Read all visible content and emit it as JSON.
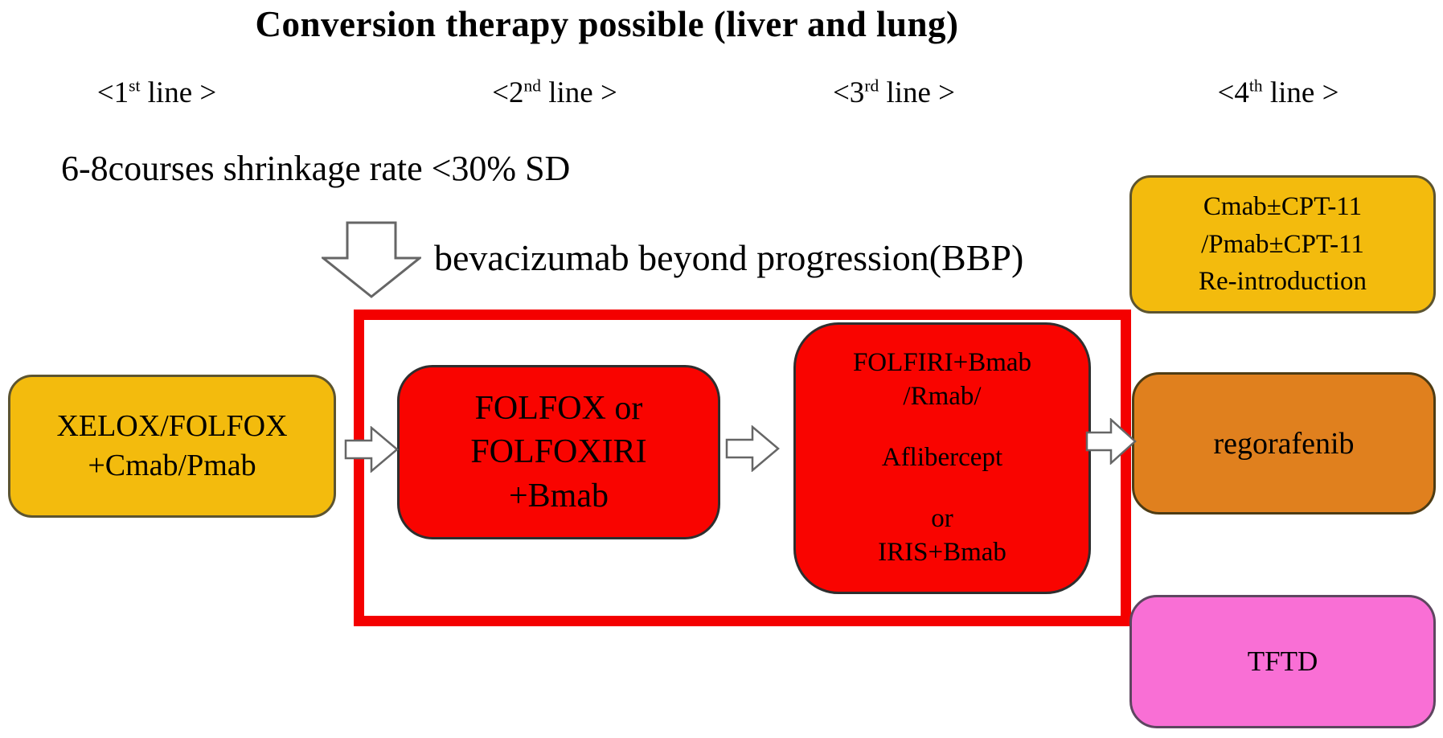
{
  "title": "Conversion therapy possible (liver and lung)",
  "line_headers": [
    {
      "open": "<1",
      "sup": "st",
      "close": " line >"
    },
    {
      "open": "<2",
      "sup": "nd",
      "close": " line >"
    },
    {
      "open": "<3",
      "sup": "rd",
      "close": " line >"
    },
    {
      "open": "<4",
      "sup": "th",
      "close": " line >"
    }
  ],
  "annotations": {
    "shrinkage_note": "6-8courses shrinkage rate <30% SD",
    "bbp_note": "bevacizumab beyond progression(BBP)"
  },
  "boxes": {
    "first_line": {
      "lines": [
        "XELOX/FOLFOX",
        "+Cmab/Pmab"
      ],
      "fill": "#F3BB0D"
    },
    "second_line": {
      "lines": [
        "FOLFOX or",
        "FOLFOXIRI",
        "+Bmab"
      ],
      "fill": "#F90400"
    },
    "third_line": {
      "lines": [
        "FOLFIRI+Bmab",
        "/Rmab/",
        "",
        "Aflibercept",
        "",
        "or",
        "IRIS+Bmab"
      ],
      "fill": "#F90400"
    },
    "fourth_line_reintroduction": {
      "lines": [
        "Cmab±CPT-11",
        "/Pmab±CPT-11",
        "Re-introduction"
      ],
      "fill": "#F3BB0D"
    },
    "fourth_line_regorafenib": {
      "lines": [
        "regorafenib"
      ],
      "fill": "#E0801E"
    },
    "fourth_line_tftd": {
      "lines": [
        "TFTD"
      ],
      "fill": "#F96FD5"
    }
  },
  "colors": {
    "gold_box": "#F3BB0D",
    "red_box": "#F90400",
    "orange_box": "#E0801E",
    "pink_box": "#F96FD5",
    "highlight_border": "#F40000",
    "arrow_fill": "#FFFFFF",
    "arrow_outline": "#666666",
    "text": "#000000"
  },
  "icons": {
    "down_arrow": "outline block arrow pointing down",
    "right_arrow": "outline block arrow pointing right"
  }
}
